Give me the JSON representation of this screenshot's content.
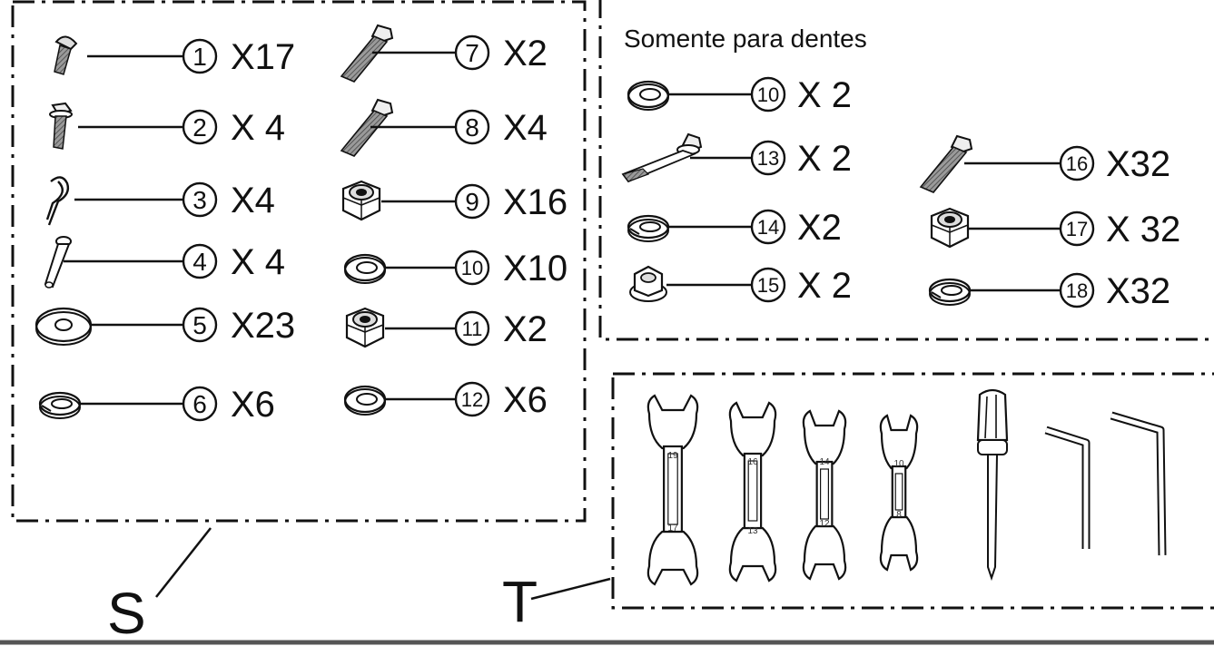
{
  "groups": {
    "s": {
      "label": "S",
      "parts": [
        {
          "number": "1",
          "qty": "X17",
          "icon": "round-head-screw-icon"
        },
        {
          "number": "2",
          "qty": "X 4",
          "icon": "flange-bolt-icon"
        },
        {
          "number": "3",
          "qty": "X4",
          "icon": "r-clip-pin-icon"
        },
        {
          "number": "4",
          "qty": "X 4",
          "icon": "clevis-pin-icon"
        },
        {
          "number": "5",
          "qty": "X23",
          "icon": "large-flat-washer-icon"
        },
        {
          "number": "6",
          "qty": "X6",
          "icon": "spring-washer-icon"
        },
        {
          "number": "7",
          "qty": "X2",
          "icon": "hex-bolt-icon"
        },
        {
          "number": "8",
          "qty": "X4",
          "icon": "long-hex-bolt-icon"
        },
        {
          "number": "9",
          "qty": "X16",
          "icon": "nylon-lock-nut-icon"
        },
        {
          "number": "10",
          "qty": "X10",
          "icon": "flat-washer-icon"
        },
        {
          "number": "11",
          "qty": "X2",
          "icon": "lock-nut-icon"
        },
        {
          "number": "12",
          "qty": "X6",
          "icon": "washer-icon"
        }
      ]
    },
    "teeth": {
      "title": "Somente para dentes",
      "parts": [
        {
          "number": "10",
          "qty": "X 2",
          "icon": "flat-washer-icon"
        },
        {
          "number": "13",
          "qty": "X 2",
          "icon": "long-flange-bolt-icon"
        },
        {
          "number": "14",
          "qty": "X2",
          "icon": "spring-washer-icon"
        },
        {
          "number": "15",
          "qty": "X 2",
          "icon": "flange-nut-icon"
        },
        {
          "number": "16",
          "qty": "X32",
          "icon": "hex-bolt-icon"
        },
        {
          "number": "17",
          "qty": "X 32",
          "icon": "nylon-lock-nut-icon"
        },
        {
          "number": "18",
          "qty": "X32",
          "icon": "spring-washer-icon"
        }
      ]
    },
    "t": {
      "label": "T",
      "tools": [
        {
          "name": "wrench-19-17",
          "top": "19",
          "bottom": "17",
          "icon": "open-end-wrench-icon"
        },
        {
          "name": "wrench-16-13",
          "top": "16",
          "bottom": "13",
          "icon": "open-end-wrench-icon"
        },
        {
          "name": "wrench-14-12",
          "top": "14",
          "bottom": "12",
          "icon": "open-end-wrench-icon"
        },
        {
          "name": "wrench-10-8",
          "top": "10",
          "bottom": "8",
          "icon": "open-end-wrench-icon"
        },
        {
          "name": "screwdriver",
          "icon": "screwdriver-icon"
        },
        {
          "name": "hex-key-small",
          "icon": "hex-key-icon"
        },
        {
          "name": "hex-key-large",
          "icon": "hex-key-icon"
        }
      ]
    }
  }
}
